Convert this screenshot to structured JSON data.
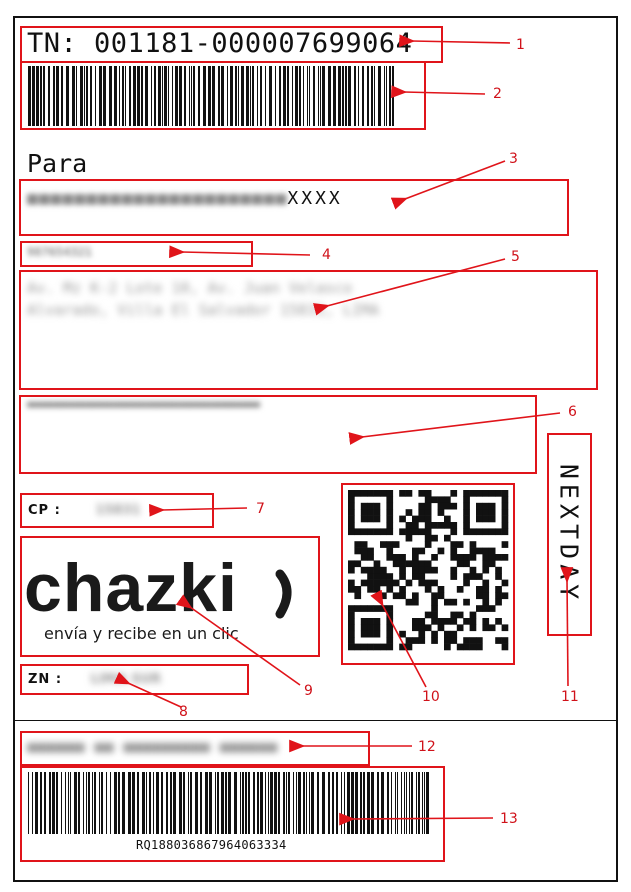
{
  "tracking": {
    "label": "TN:",
    "number": "001181-000007699064"
  },
  "recipient": {
    "heading": "Para",
    "name_masked": "■■■■■■■■■■■■■■■■■■■■■■",
    "name_suffix": "XXXX",
    "phone": "987654321",
    "address_line1": "Av. Mz K-2 Lote 10, Av. Juan Velasco",
    "address_line2": "Alvarado, Villa El Salvador 15831, LIMA",
    "reference": "■■■■■■■■■■■■■■■■■■■■■■■■■■■■■■■■■■■■■■■■■■■"
  },
  "cp": {
    "label": "CP :",
    "value": "15831"
  },
  "zn": {
    "label": "ZN :",
    "value": "LIMA SUR"
  },
  "logo": {
    "wordmark": "chazki",
    "tagline": "envía y recibe en un clic"
  },
  "service": {
    "vertical_text": "NEXTDAY"
  },
  "sender": {
    "masked": "■■■■■■ ■■ ■■■■■■■■■ ■■■■■■"
  },
  "barcode_bottom": {
    "text": "RQ188036867964063334"
  },
  "annotations": [
    "1",
    "2",
    "3",
    "4",
    "5",
    "6",
    "7",
    "8",
    "9",
    "10",
    "11",
    "12",
    "13"
  ],
  "colors": {
    "annotation": "#e0141a",
    "ink": "#111111"
  }
}
